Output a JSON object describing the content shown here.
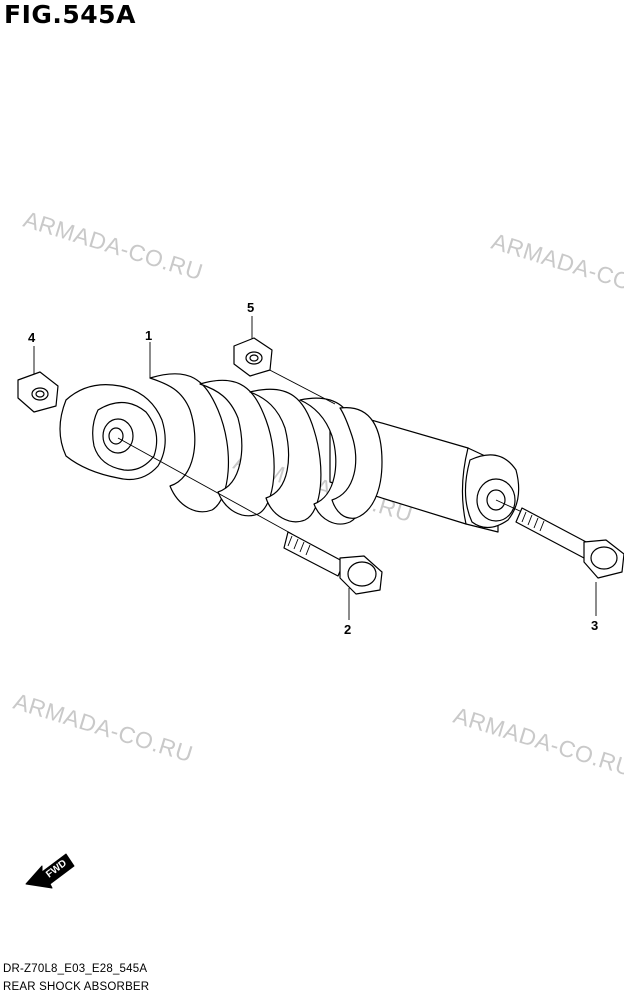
{
  "figure": {
    "title": "FIG.545A"
  },
  "watermarks": [
    "ARMADA-CO.RU",
    "ARMADA-CO.RU",
    "ARMADA-CO.RU",
    "ARMADA-CO.RU",
    "ARMADA-CO.RU"
  ],
  "callouts": [
    "1",
    "2",
    "3",
    "4",
    "5"
  ],
  "direction_badge": "FWD",
  "footer": {
    "code": "DR-Z70L8_E03_E28_545A",
    "name": "REAR SHOCK ABSORBER"
  }
}
